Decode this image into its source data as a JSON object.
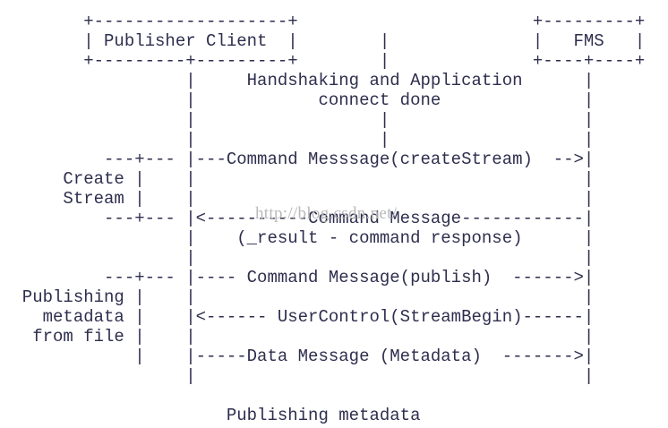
{
  "colors": {
    "background": "#ffffff",
    "text": "#2e2e4e",
    "watermark": "#b9b9b9"
  },
  "watermark": {
    "text": "http://blog.csdn.net/"
  },
  "diagram": {
    "participants": [
      "Publisher Client",
      "FMS"
    ],
    "caption": "Publishing metadata",
    "annotations": [
      "Handshaking and Application connect done",
      "Create Stream",
      "Publishing metadata from file"
    ],
    "messages": [
      "Command Messsage(createStream) -->",
      "<--Command Message (_result - command response)",
      "Command Message(publish) -->",
      "<-- UserControl(StreamBegin)",
      "Data Message (Metadata) -->"
    ],
    "lines": [
      "        +-------------------+                       +---------+",
      "        | Publisher Client  |        |              |   FMS   |",
      "        +---------+---------+        |              +----+----+",
      "                  |     Handshaking and Application      |",
      "                  |            connect done              |",
      "                  |                  |                   |",
      "                  |                  |                   |",
      "          ---+--- |---Command Messsage(createStream)  -->|",
      "      Create |    |                                      |",
      "      Stream |    |                                      |",
      "          ---+--- |<----------Command Message------------|",
      "                  |    (_result - command response)      |",
      "                  |                                      |",
      "          ---+--- |---- Command Message(publish)  ------>|",
      "  Publishing |    |                                      |",
      "    metadata |    |<------ UserControl(StreamBegin)------|",
      "   from file |    |                                      |",
      "             |    |-----Data Message (Metadata)  ------->|",
      "                  |                                      |",
      "",
      "                      Publishing metadata"
    ]
  }
}
